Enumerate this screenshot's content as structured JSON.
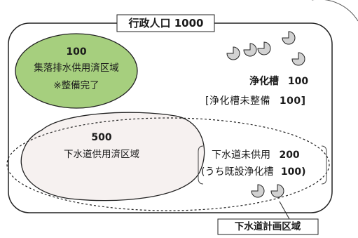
{
  "diagram": {
    "total_population": {
      "label": "行政人口",
      "value": "1000"
    },
    "village_drainage": {
      "value": "100",
      "label": "集落排水供用済区域",
      "note": "※整備完了",
      "color": "#a6cf7e"
    },
    "septic_tank": {
      "label": "浄化槽",
      "value": "100"
    },
    "septic_tank_unmaintained": {
      "label": "[浄化槽未整備",
      "value": "100]"
    },
    "sewer_served": {
      "value": "500",
      "label": "下水道供用済区域",
      "color": "#f6f1f0"
    },
    "sewer_not_served": {
      "label": "下水道未供用",
      "value": "200"
    },
    "sewer_existing_septic": {
      "label": "(うち既設浄化槽",
      "value": "100)"
    },
    "sewer_plan_area": {
      "label": "下水道計画区域"
    },
    "colors": {
      "tank_fill": "#d2d2d2",
      "line": "#222222"
    }
  }
}
